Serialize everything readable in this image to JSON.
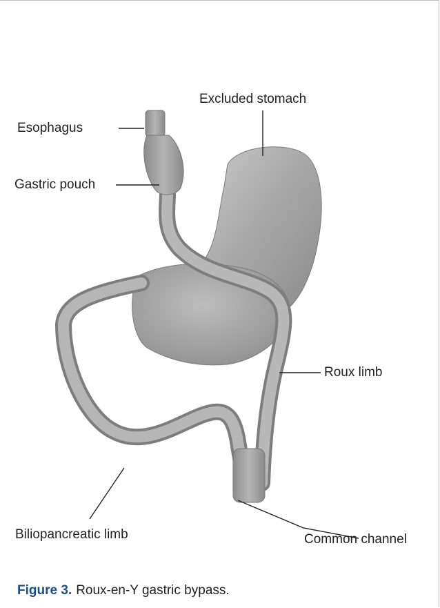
{
  "labels": {
    "excluded_stomach": "Excluded stomach",
    "esophagus": "Esophagus",
    "gastric_pouch": "Gastric pouch",
    "roux_limb": "Roux limb",
    "biliopancreatic_limb": "Biliopancreatic limb",
    "common_channel": "Common channel"
  },
  "caption": {
    "number": "Figure 3.",
    "text": "Roux-en-Y gastric bypass."
  }
}
